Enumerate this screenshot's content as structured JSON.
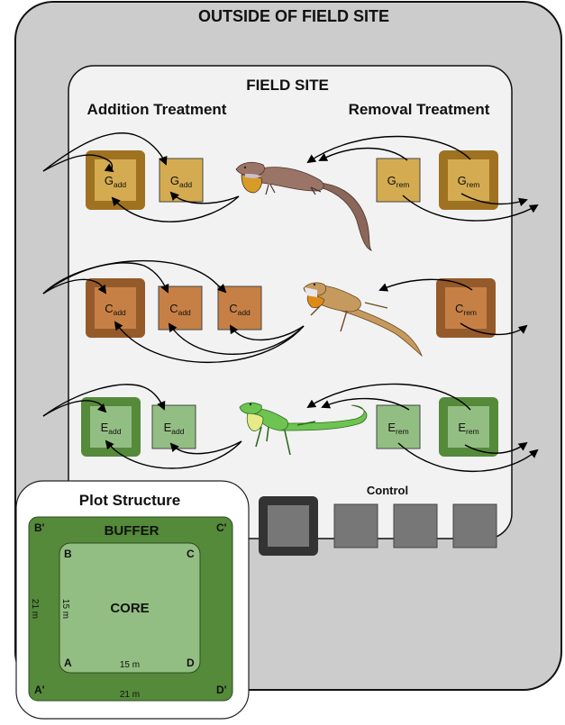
{
  "outer_zone": {
    "label": "OUTSIDE OF FIELD SITE",
    "fill": "#cccccc"
  },
  "field_site": {
    "label": "FIELD SITE",
    "fill": "#f2f2f2",
    "addition_heading": "Addition Treatment",
    "removal_heading": "Removal Treatment"
  },
  "rows": [
    {
      "species": "G",
      "lizard": "brown-anole-lizard",
      "colors": {
        "core": "#d4ab50",
        "buffer": "#9e7220"
      },
      "addition_plots": [
        {
          "letter": "G",
          "sub": "add",
          "buffered": true
        },
        {
          "letter": "G",
          "sub": "add",
          "buffered": false
        }
      ],
      "removal_plots": [
        {
          "letter": "G",
          "sub": "rem",
          "buffered": false
        },
        {
          "letter": "G",
          "sub": "rem",
          "buffered": true
        }
      ]
    },
    {
      "species": "C",
      "lizard": "tan-anole-lizard",
      "colors": {
        "core": "#c68045",
        "buffer": "#955a29"
      },
      "addition_plots": [
        {
          "letter": "C",
          "sub": "add",
          "buffered": true
        },
        {
          "letter": "C",
          "sub": "add",
          "buffered": false
        },
        {
          "letter": "C",
          "sub": "add",
          "buffered": false
        }
      ],
      "removal_plots": [
        {
          "letter": "C",
          "sub": "rem",
          "buffered": true
        }
      ]
    },
    {
      "species": "E",
      "lizard": "green-anole-lizard",
      "colors": {
        "core": "#93be83",
        "buffer": "#548a3a"
      },
      "addition_plots": [
        {
          "letter": "E",
          "sub": "add",
          "buffered": true
        },
        {
          "letter": "E",
          "sub": "add",
          "buffered": false
        }
      ],
      "removal_plots": [
        {
          "letter": "E",
          "sub": "rem",
          "buffered": false
        },
        {
          "letter": "E",
          "sub": "rem",
          "buffered": true
        }
      ]
    }
  ],
  "control": {
    "label": "Control",
    "colors": {
      "core": "#777777",
      "buffer": "#333333"
    },
    "plots": [
      {
        "buffered": true
      },
      {
        "buffered": false
      },
      {
        "buffered": false
      },
      {
        "buffered": false
      }
    ]
  },
  "plot_structure": {
    "title": "Plot Structure",
    "buffer_label": "BUFFER",
    "core_label": "CORE",
    "outer_corners": {
      "top_left": "B'",
      "top_right": "C'",
      "bottom_left": "A'",
      "bottom_right": "D'"
    },
    "inner_corners": {
      "top_left": "B",
      "top_right": "C",
      "bottom_left": "A",
      "bottom_right": "D"
    },
    "outer_side_length": "21 m",
    "outer_bottom_length": "21 m",
    "inner_side_length": "15 m",
    "inner_bottom_length": "15 m",
    "colors": {
      "buffer": "#548a3a",
      "core": "#93be83"
    }
  }
}
